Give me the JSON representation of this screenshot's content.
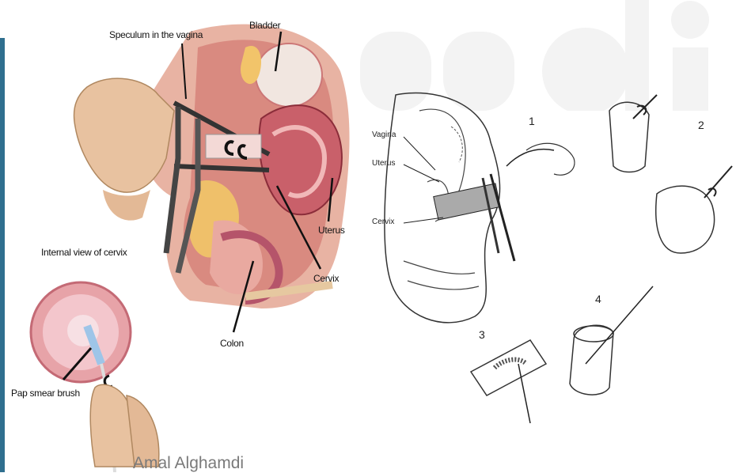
{
  "left_figure": {
    "labels": {
      "speculum": "Speculum in the vagina",
      "bladder": "Bladder",
      "uterus": "Uterus",
      "cervix": "Cervix",
      "colon": "Colon",
      "internal_view": "Internal view of cervix",
      "pap_brush": "Pap smear brush"
    }
  },
  "right_figure": {
    "labels": {
      "vagina": "Vagina",
      "uterus": "Uterus",
      "cervix": "Cervix"
    },
    "steps": [
      "1",
      "2",
      "3",
      "4"
    ]
  },
  "footer": {
    "author": "Amal Alghamdi"
  },
  "colors": {
    "accent_bar": "#2f6f8f",
    "watermark": "#f2f2f2"
  }
}
